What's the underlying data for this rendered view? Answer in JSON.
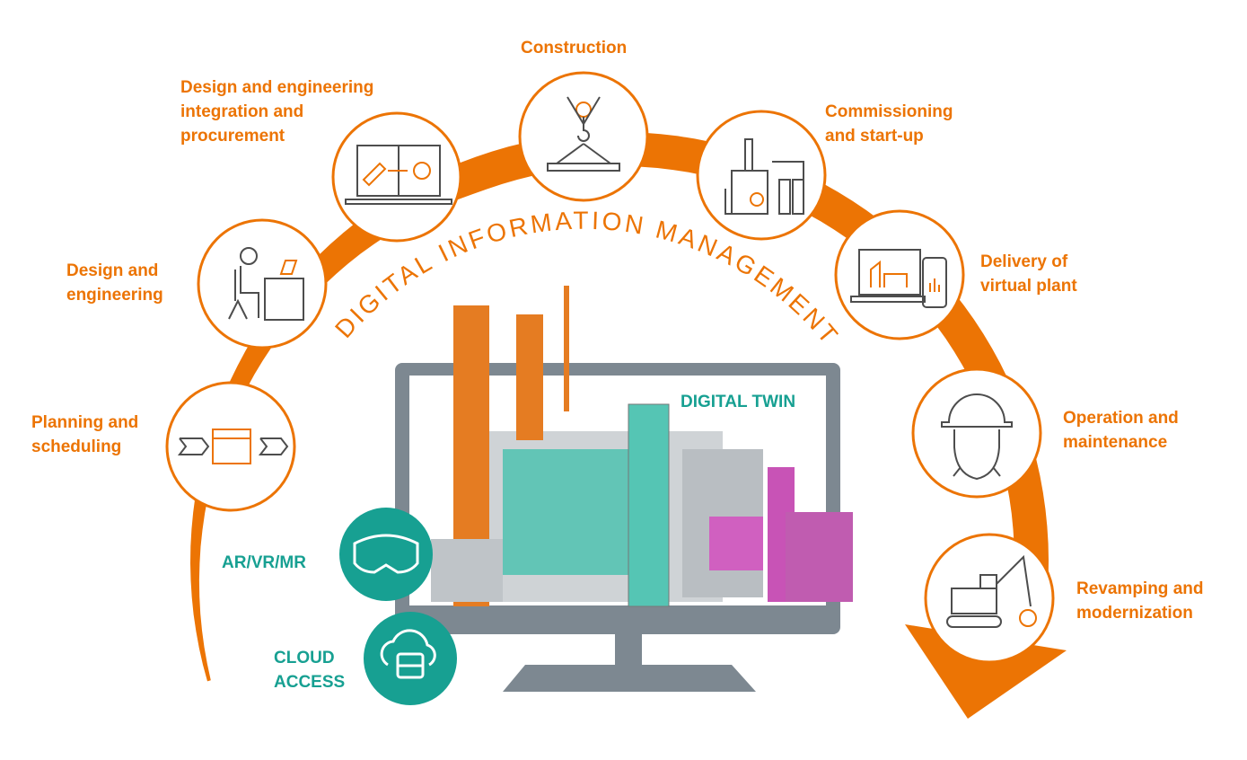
{
  "title": "DIGITAL INFORMATION MANAGEMENT",
  "colors": {
    "orange": "#ec7404",
    "teal": "#17a092",
    "gray": "#7d8891",
    "icon": "#4d4d4d"
  },
  "stages": [
    {
      "label": "Planning and\nscheduling",
      "icon": "calendar-icon"
    },
    {
      "label": "Design and\nengineering",
      "icon": "engineer-desk-icon"
    },
    {
      "label": "Design and engineering\nintegration and\nprocurement",
      "icon": "design-gear-icon"
    },
    {
      "label": "Construction",
      "icon": "crane-hook-icon"
    },
    {
      "label": "Commissioning\nand start-up",
      "icon": "plant-gear-icon"
    },
    {
      "label": "Delivery of\nvirtual plant",
      "icon": "laptop-plant-icon"
    },
    {
      "label": "Operation and\nmaintenance",
      "icon": "hard-hat-icon"
    },
    {
      "label": "Revamping and\nmodernization",
      "icon": "excavator-icon"
    }
  ],
  "digital_twin": "DIGITAL TWIN",
  "arvr": "AR/VR/MR",
  "cloud": "CLOUD\nACCESS"
}
